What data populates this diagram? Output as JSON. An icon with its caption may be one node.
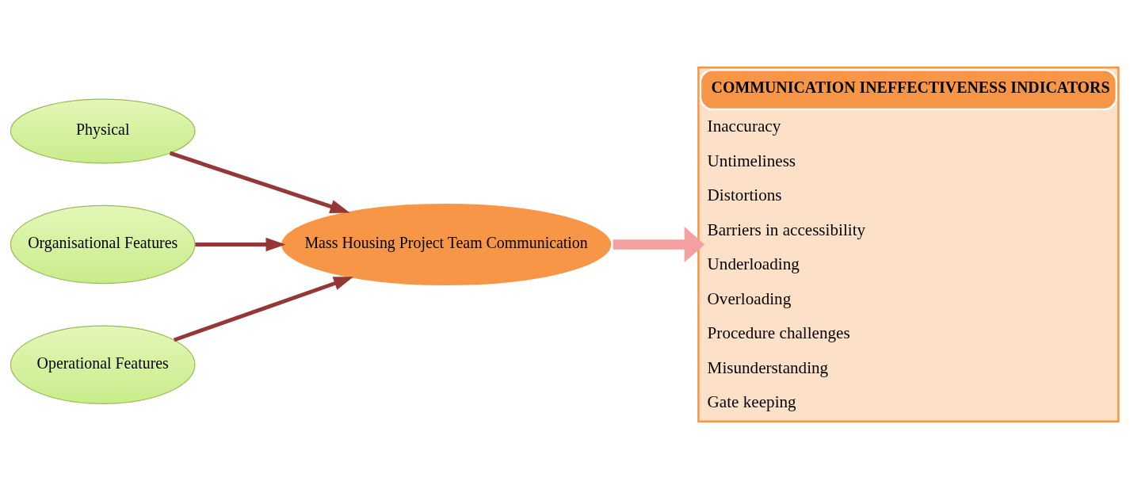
{
  "diagram": {
    "nodes": [
      {
        "text": [
          "Physical"
        ]
      },
      {
        "text": [
          "Organisational Features"
        ]
      },
      {
        "text": [
          "Operational Features"
        ]
      },
      {
        "text": [
          "Mass Housing Project Team Communication"
        ]
      },
      {
        "text": [
          "COMMUNICATION INEFFECTIVENESS INDICATORS",
          "Inaccuracy",
          "Untimeliness",
          "Distortions",
          "Barriers in accessibility",
          "Underloading",
          "Overloading",
          "Procedure challenges",
          "Misunderstanding",
          "Gate keeping"
        ]
      }
    ],
    "edges": [
      {
        "from": 0,
        "to": 3,
        "arrow": "to"
      },
      {
        "from": 1,
        "to": 3,
        "arrow": "to"
      },
      {
        "from": 2,
        "to": 3,
        "arrow": "to"
      },
      {
        "from": 3,
        "to": 4,
        "arrow": "to",
        "style": "thick",
        "color": "#f4a0a0"
      }
    ]
  }
}
